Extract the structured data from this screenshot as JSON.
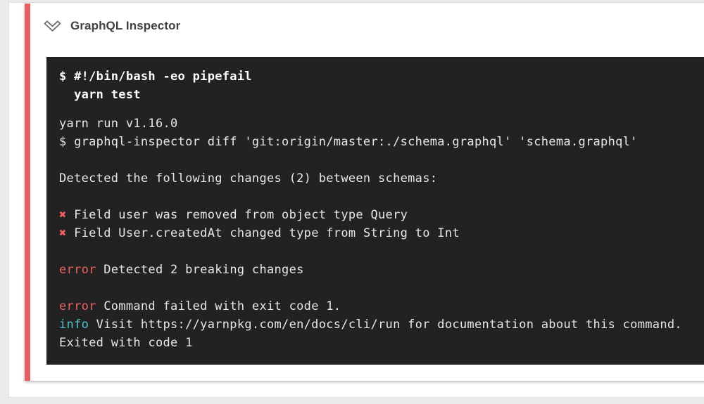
{
  "colors": {
    "page_bg": "#ebebeb",
    "accent_red": "#e5605e",
    "terminal_bg": "#222222",
    "terminal_text": "#e7e7e7",
    "terminal_bold_text": "#fdfdfd",
    "terminal_red": "#ec615e",
    "terminal_cyan": "#4fc6d1",
    "title_text": "#424242"
  },
  "step": {
    "title": "GraphQL Inspector",
    "collapse_icon": "double-chevron-down-icon",
    "status": "failed"
  },
  "terminal": {
    "command_lines": [
      "$ #!/bin/bash -eo pipefail",
      "  yarn test"
    ],
    "output_lines": [
      [
        {
          "t": "yarn run v1.16.0"
        }
      ],
      [
        {
          "t": "$ graphql-inspector diff 'git:origin/master:./schema.graphql' 'schema.graphql'"
        }
      ],
      [],
      [
        {
          "t": "Detected the following changes (2) between schemas:"
        }
      ],
      [],
      [
        {
          "t": "✖",
          "c": "red"
        },
        {
          "t": " Field user was removed from object type Query"
        }
      ],
      [
        {
          "t": "✖",
          "c": "red"
        },
        {
          "t": " Field User.createdAt changed type from String to Int"
        }
      ],
      [],
      [
        {
          "t": "error",
          "c": "red"
        },
        {
          "t": " Detected 2 breaking changes"
        }
      ],
      [],
      [
        {
          "t": "error",
          "c": "red"
        },
        {
          "t": " Command failed with exit code 1."
        }
      ],
      [
        {
          "t": "info",
          "c": "cyan"
        },
        {
          "t": " Visit https://yarnpkg.com/en/docs/cli/run for documentation about this command."
        }
      ],
      [
        {
          "t": "Exited with code 1"
        }
      ]
    ]
  }
}
